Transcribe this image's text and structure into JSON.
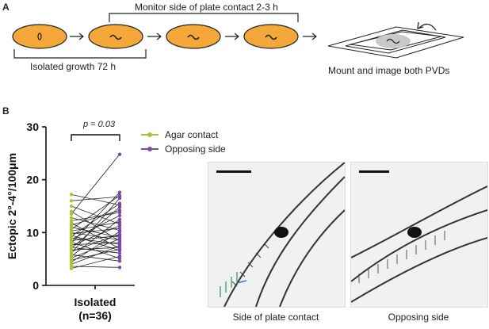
{
  "panelA": {
    "letter": "A",
    "monitor_label": "Monitor side of plate contact 2-3 h",
    "growth_label": "Isolated growth 72 h",
    "mount_label": "Mount and image both PVDs",
    "colors": {
      "worm_fill": "#f4a83a",
      "worm_stroke": "#222222"
    }
  },
  "panelB": {
    "letter": "B",
    "pvalue": "p = 0.03",
    "legend": [
      {
        "label": "Agar contact",
        "color": "#a8c23a"
      },
      {
        "label": "Opposing side",
        "color": "#7b4aa6"
      }
    ],
    "caption_left": "Side of plate contact",
    "caption_right": "Opposing side"
  },
  "chart_data": {
    "type": "scatter",
    "subtype": "paired",
    "ylabel": "Ectopic 2°-4°/100μm",
    "category": "Isolated",
    "n_label": "(n=36)",
    "ylim": [
      0,
      30
    ],
    "yticks": [
      "0",
      "10",
      "20",
      "30"
    ],
    "series": [
      {
        "name": "Agar contact",
        "color": "#a8c23a",
        "values": [
          3.2,
          3.6,
          4.0,
          4.4,
          4.8,
          5.2,
          5.5,
          5.8,
          6.1,
          6.4,
          6.7,
          7.0,
          7.2,
          7.5,
          7.7,
          8.0,
          8.2,
          8.5,
          8.7,
          9.0,
          9.3,
          9.5,
          9.8,
          10.0,
          10.3,
          10.6,
          11.0,
          11.4,
          11.8,
          12.2,
          12.8,
          13.5,
          14.0,
          15.0,
          16.0,
          17.2
        ]
      },
      {
        "name": "Opposing side",
        "color": "#7b4aa6",
        "values": [
          5.5,
          3.4,
          7.5,
          10.2,
          6.8,
          8.8,
          12.5,
          4.6,
          16.5,
          9.7,
          7.2,
          14.8,
          6.1,
          11.3,
          8.1,
          17.6,
          5.1,
          9.4,
          13.2,
          7.8,
          15.5,
          6.6,
          10.8,
          8.6,
          12.0,
          17.0,
          9.1,
          14.2,
          7.0,
          13.8,
          10.4,
          24.8,
          8.4,
          11.6,
          16.8,
          15.2
        ]
      }
    ]
  }
}
